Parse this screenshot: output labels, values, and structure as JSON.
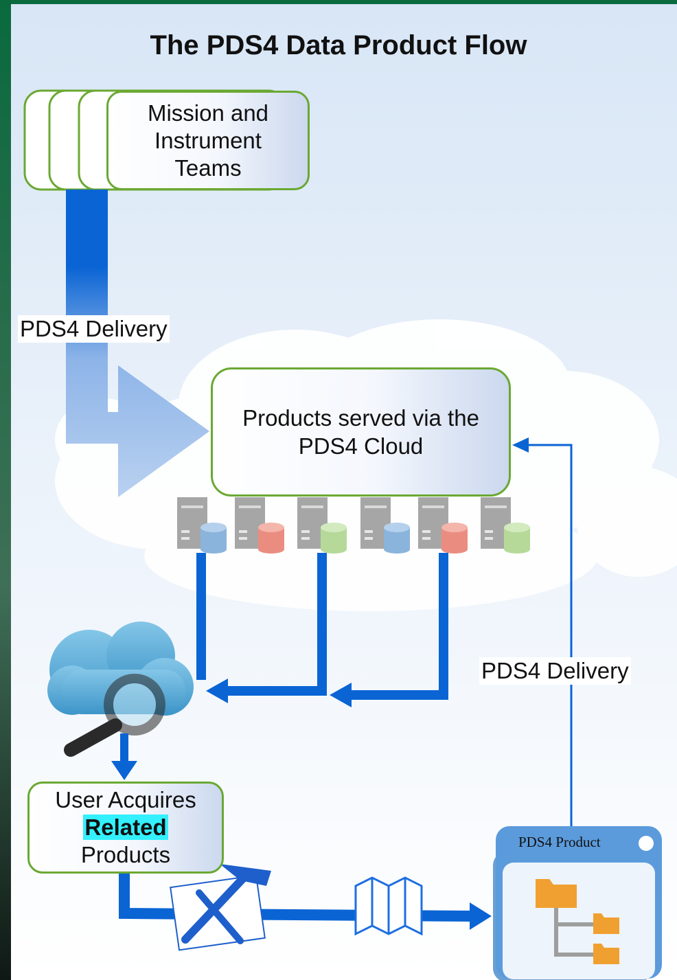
{
  "title": "The PDS4 Data Product Flow",
  "nodes": {
    "teams": [
      "Mission and",
      "Instrument",
      "Teams"
    ],
    "cloud": [
      "Products served via the",
      "PDS4 Cloud"
    ],
    "user": {
      "line1": "User Acquires",
      "highlight": "Related",
      "line3": "Products"
    },
    "product_card": "PDS4 Product"
  },
  "edges": {
    "delivery_left": "PDS4 Delivery",
    "delivery_right": "PDS4 Delivery"
  },
  "colors": {
    "accent_blue": "#0a64d4",
    "box_border": "#6aa832",
    "highlight": "#33f0ff",
    "server_gray": "#a6a6a6",
    "db_blue": "#8ab4dc",
    "db_red": "#ea8d80",
    "db_green": "#b6d99a",
    "folder_orange": "#f0a030"
  },
  "icons": [
    "server-icon",
    "database-icon",
    "cloud-search-icon",
    "magnifier-icon",
    "tools-icon",
    "map-icon",
    "folder-tree-icon"
  ]
}
